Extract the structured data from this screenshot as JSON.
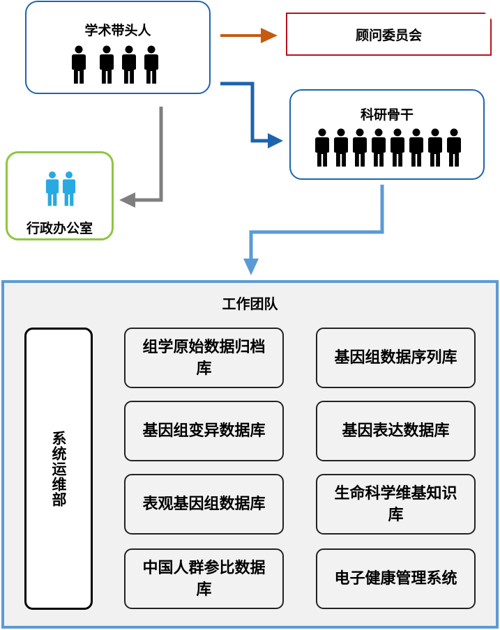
{
  "leaders": {
    "title": "学术带头人",
    "people_count": 4,
    "people_color": "#000000"
  },
  "advisory": {
    "title": "顾问委员会"
  },
  "backbone": {
    "title": "科研骨干",
    "people_count": 8,
    "people_color": "#000000"
  },
  "admin": {
    "title": "行政办公室",
    "people_count": 2,
    "people_color": "#29a9e1"
  },
  "team": {
    "title": "工作团队",
    "ops_label": "系统运维部",
    "databases": [
      "组学原始数据归档库",
      "基因组数据序列库",
      "基因组变异数据库",
      "基因表达数据库",
      "表观基因组数据库",
      "生命科学维基知识库",
      "中国人群参比数据库",
      "电子健康管理系统"
    ]
  },
  "colors": {
    "blue_border": "#1d64ad",
    "red_border": "#b5121b",
    "green_border": "#8dc63f",
    "panel_border": "#5b9bd5",
    "arrow_orange": "#c55a11",
    "arrow_gray": "#7f7f7f",
    "arrow_blue": "#1d64ad",
    "arrow_lightblue": "#5b9bd5"
  }
}
